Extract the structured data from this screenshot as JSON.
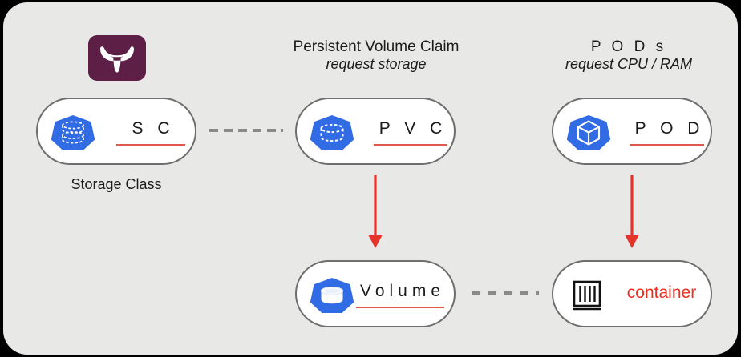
{
  "diagram": {
    "title_area": {
      "logo_name": "longhorn-logo",
      "logo_color": "#5d1f45"
    },
    "headings": [
      {
        "id": "pvc",
        "line1": "Persistent Volume Claim",
        "line2": "request storage"
      },
      {
        "id": "pod",
        "line1": "P O D s",
        "line2": "request CPU / RAM"
      }
    ],
    "nodes": [
      {
        "id": "sc",
        "label": "S C",
        "icon": "k8s-storage-class-icon",
        "caption": "Storage Class"
      },
      {
        "id": "pvc",
        "label": "P V C",
        "icon": "k8s-persistent-volume-claim-icon"
      },
      {
        "id": "pod",
        "label": "P O D",
        "icon": "k8s-pod-icon"
      },
      {
        "id": "volume",
        "label": "Volume",
        "icon": "k8s-volume-icon"
      },
      {
        "id": "container",
        "label": "container",
        "icon": "container-icon"
      }
    ],
    "connectors": [
      {
        "id": "sc-pvc",
        "style": "dashed",
        "color": "#8a8a8a"
      },
      {
        "id": "vol-ctr",
        "style": "dashed",
        "color": "#8a8a8a"
      },
      {
        "id": "pvc-volume",
        "style": "arrow",
        "color": "#e5332a",
        "direction": "down"
      },
      {
        "id": "pod-container",
        "style": "arrow",
        "color": "#e5332a",
        "direction": "down"
      }
    ],
    "colors": {
      "canvas_bg": "#e8e8e7",
      "page_bg": "#000000",
      "k8s_blue": "#326ce5",
      "accent_red": "#e2574c",
      "container_text": "#ee2d20",
      "node_border": "#6e6e6e"
    }
  }
}
